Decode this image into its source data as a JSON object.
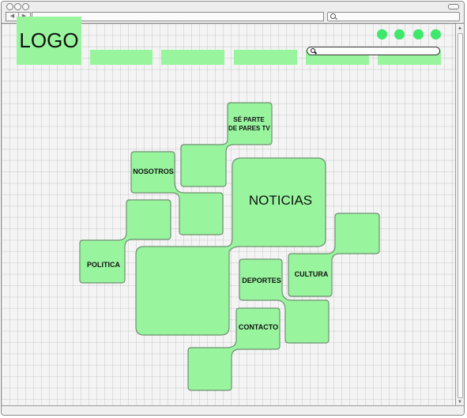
{
  "colors": {
    "tile_fill": "#98f59e",
    "tile_stroke": "#6f8f72",
    "status_dot": "#3ee86b"
  },
  "browser": {
    "back_icon": "back-arrow-icon",
    "forward_icon": "forward-arrow-icon",
    "search_icon": "search-icon"
  },
  "header": {
    "logo": "LOGO",
    "menu_count": 5,
    "status_dots": 4,
    "search": {
      "placeholder": "",
      "icon": "search-icon"
    }
  },
  "tiles": {
    "se_parte_line1": "SÉ PARTE",
    "se_parte_line2": "DE PARES TV",
    "nosotros": "NOSOTROS",
    "noticias": "NOTICIAS",
    "politica": "POLITICA",
    "deportes": "DEPORTES",
    "cultura": "CULTURA",
    "contacto": "CONTACTO"
  }
}
